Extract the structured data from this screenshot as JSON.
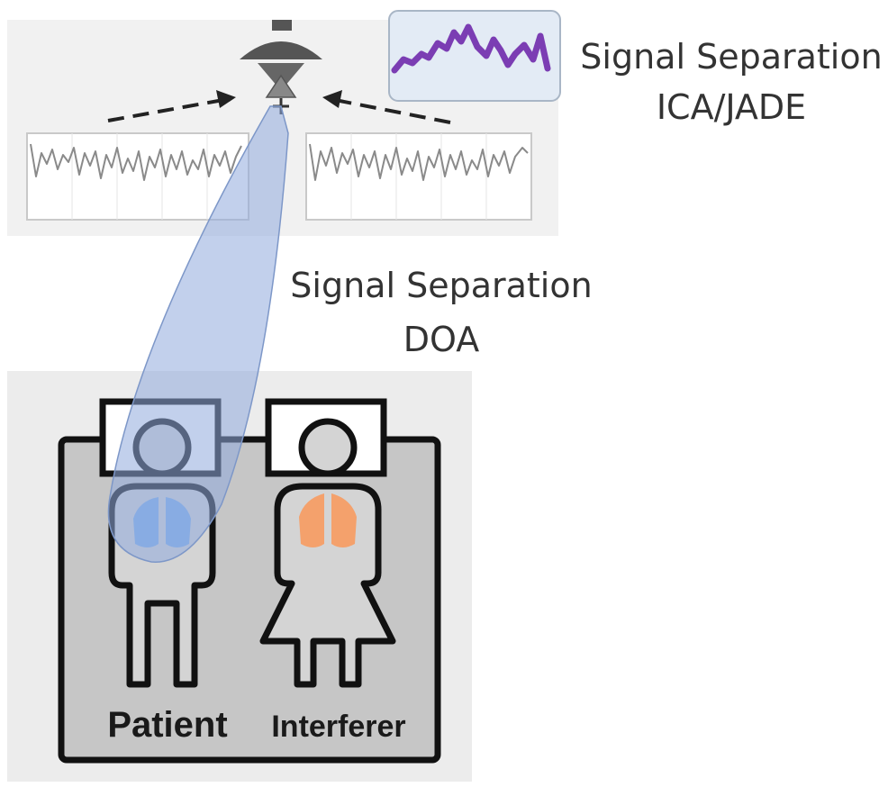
{
  "labels": {
    "ica_line1": "Signal Separation",
    "ica_line2": "ICA/JADE",
    "doa_line1": "Signal Separation",
    "doa_line2": "DOA",
    "patient": "Patient",
    "interferer": "Interferer"
  },
  "colors": {
    "beam": "#8fa9dc",
    "patient_lungs": "#7fb0ec",
    "interferer_lungs": "#f4a16c",
    "separated_signal": "#7b3db3",
    "bed": "#c6c6c6",
    "radar": "#555555"
  }
}
